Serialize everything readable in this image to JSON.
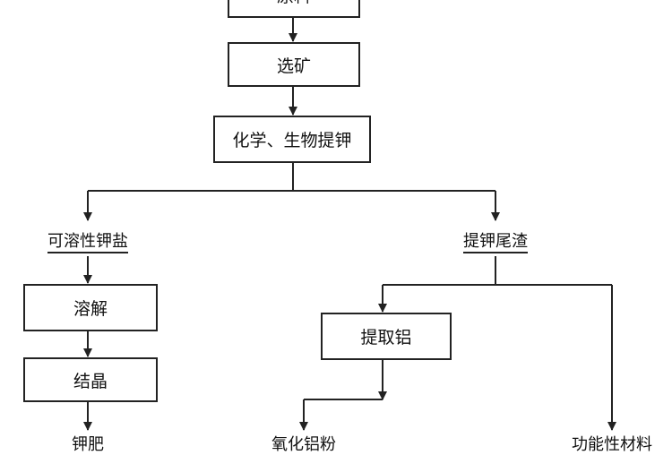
{
  "diagram": {
    "nodes": {
      "raw_material": "原料",
      "beneficiation": "选矿",
      "extraction": "化学、生物提钾",
      "soluble_salt": "可溶性钾盐",
      "tailings": "提钾尾渣",
      "dissolve": "溶解",
      "crystallize": "结晶",
      "potash_fertilizer": "钾肥",
      "extract_aluminum": "提取铝",
      "alumina_powder": "氧化铝粉",
      "functional_material": "功能性材料"
    },
    "edges": [
      [
        "raw_material",
        "beneficiation"
      ],
      [
        "beneficiation",
        "extraction"
      ],
      [
        "extraction",
        "soluble_salt"
      ],
      [
        "extraction",
        "tailings"
      ],
      [
        "soluble_salt",
        "dissolve"
      ],
      [
        "dissolve",
        "crystallize"
      ],
      [
        "crystallize",
        "potash_fertilizer"
      ],
      [
        "tailings",
        "extract_aluminum"
      ],
      [
        "tailings",
        "functional_material"
      ],
      [
        "extract_aluminum",
        "alumina_powder"
      ]
    ]
  }
}
